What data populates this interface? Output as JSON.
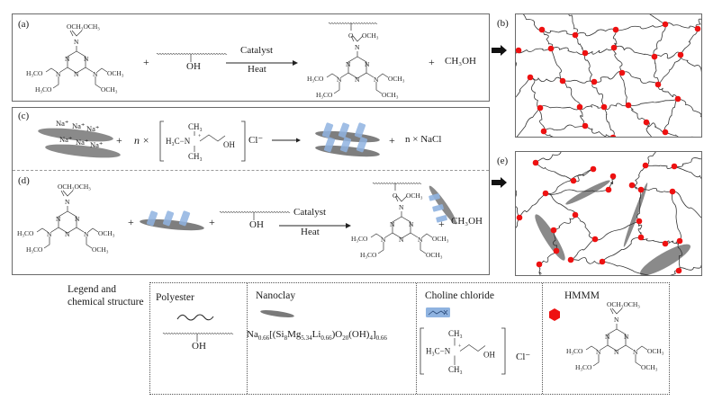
{
  "figure": {
    "panels": {
      "a": {
        "label": "(a)",
        "plus_1": "+",
        "oh": "OH",
        "arrow_top": "Catalyst",
        "arrow_bottom": "Heat",
        "plus_2": "+",
        "product_byproduct": "CH₃OH"
      },
      "b": {
        "label": "(b)"
      },
      "c": {
        "label": "(c)",
        "na_ions": [
          "Na⁺",
          "Na⁺",
          "Na⁺",
          "Na⁺",
          "Na⁺",
          "Na⁺"
        ],
        "plus_1": "+",
        "n_times": "n ×",
        "counter_ion": "Cl⁻",
        "plus_2": "+",
        "byproduct": "n × NaCl"
      },
      "d": {
        "label": "(d)",
        "plus_1": "+",
        "plus_2": "+",
        "oh": "OH",
        "arrow_top": "Catalyst",
        "arrow_bottom": "Heat",
        "plus_3": "+",
        "byproduct": "CH₃OH"
      },
      "e": {
        "label": "(e)"
      }
    },
    "hmmm_labels": {
      "och3": "OCH₃",
      "h3co": "H₃CO",
      "n": "N",
      "o": "O"
    },
    "choline_labels": {
      "ch3": "CH₃",
      "h3c": "H₃C−N",
      "plus": "+",
      "oh": "OH"
    },
    "legend": {
      "title_line1": "Legend and",
      "title_line2": "chemical structure",
      "polyester": {
        "title": "Polyester",
        "oh": "OH"
      },
      "nanoclay": {
        "title": "Nanoclay",
        "formula_parts": [
          "Na",
          "0.66",
          "[(Si",
          "8",
          "Mg",
          "5.34",
          "Li",
          "0.66",
          ")O",
          "20",
          "(OH)",
          "4",
          "]",
          "0.66"
        ]
      },
      "choline": {
        "title": "Choline chloride",
        "counter_ion": "Cl⁻"
      },
      "hmmm": {
        "title": "HMMM"
      }
    },
    "colors": {
      "crosslink": "#ee1111",
      "polymer_line": "#333333",
      "clay": "#8a8a8a",
      "choline_tag": "#8fb3e0"
    }
  }
}
